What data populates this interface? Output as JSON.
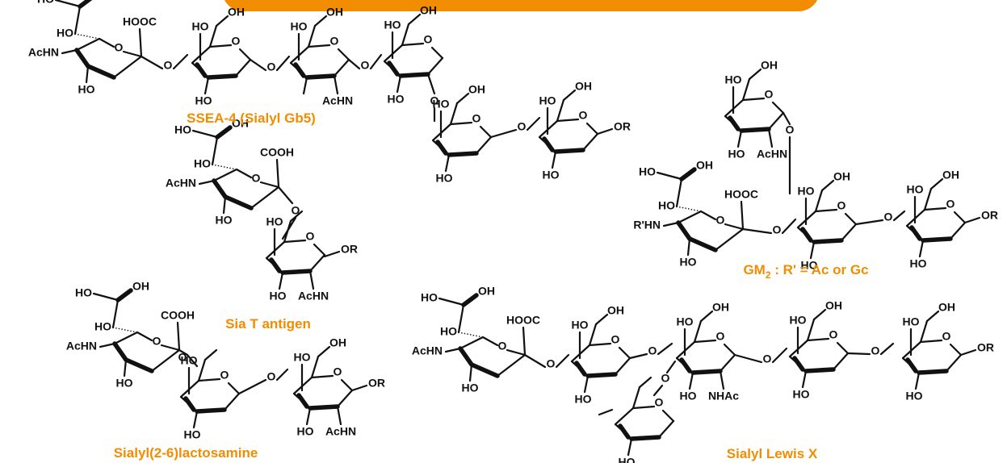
{
  "accent_color": "#F28C00",
  "header_banner": {
    "text": ""
  },
  "molecules": [
    {
      "name": "SSEA-4 (Sialyl Gb5)"
    },
    {
      "name": "Sia T antigen"
    },
    {
      "name": "GM",
      "subscript": "2",
      "suffix": ": R' = Ac or Gc"
    },
    {
      "name": "Sialyl(2-6)lactosamine"
    },
    {
      "name": "Sialyl Lewis X"
    }
  ],
  "atom_labels": {
    "HO": "HO",
    "OH": "OH",
    "O": "O",
    "HOOC": "HOOC",
    "COOH": "COOH",
    "AcHN": "AcHN",
    "NHAc": "NHAc",
    "RHN": "R'HN",
    "OR": "OR"
  }
}
